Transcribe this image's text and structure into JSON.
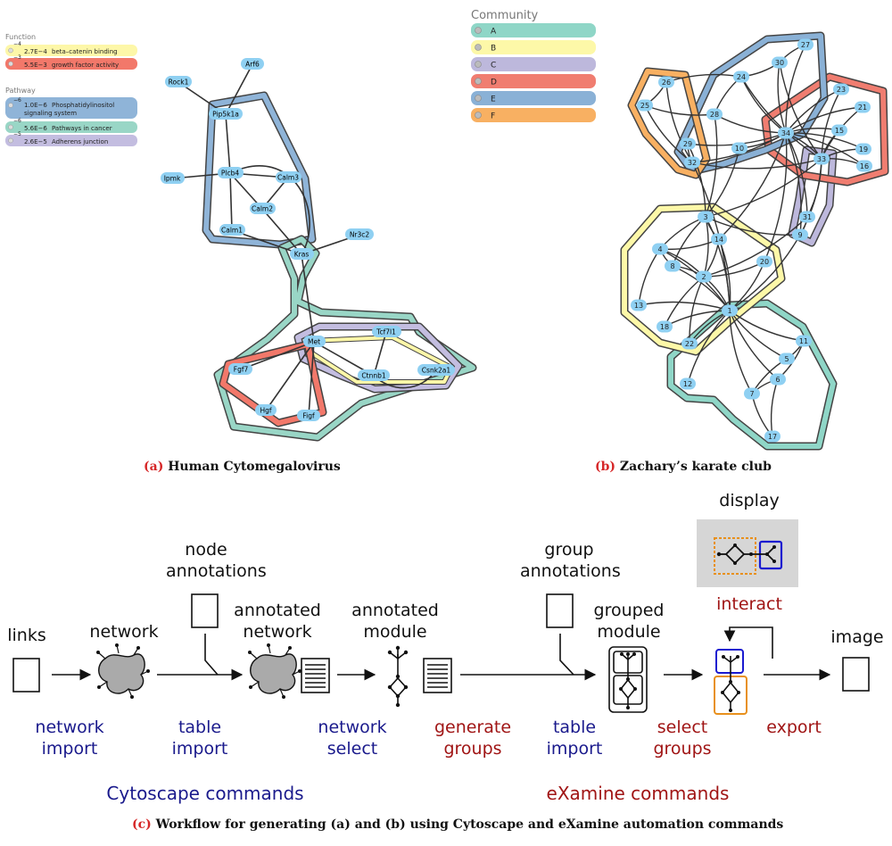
{
  "panel_a": {
    "caption_label": "(a)",
    "caption_text": "Human Cytomegalovirus",
    "legend_function_title": "Function",
    "legend_function": [
      {
        "exp": "−4",
        "value": "2.7E−4",
        "name": "beta–catenin binding",
        "color": "#fdf7a8"
      },
      {
        "exp": "−3",
        "value": "5.5E−3",
        "name": "growth factor activity",
        "color": "#f2786a"
      }
    ],
    "legend_pathway_title": "Pathway",
    "legend_pathway": [
      {
        "exp": "−6",
        "value": "1.0E−6",
        "name": "Phosphatidylinositol",
        "name2": "signaling system",
        "color": "#8fb4d8"
      },
      {
        "exp": "−6",
        "value": "5.6E−6",
        "name": "Pathways in cancer",
        "color": "#99d6c6"
      },
      {
        "exp": "−5",
        "value": "2.6E−5",
        "name": "Adherens junction",
        "color": "#c3bde0"
      }
    ],
    "nodes": {
      "rock1": "Rock1",
      "arf6": "Arf6",
      "pip5k1a": "Pip5k1a",
      "ipmk": "Ipmk",
      "plcb4": "Plcb4",
      "calm3": "Calm3",
      "calm2": "Calm2",
      "calm1": "Calm1",
      "kras": "Kras",
      "nr3c2": "Nr3c2",
      "met": "Met",
      "tcf7l1": "Tcf7l1",
      "fgf7": "Fgf7",
      "ctnnb1": "Ctnnb1",
      "csnk2a1": "Csnk2a1",
      "hgf": "Hgf",
      "figf": "Figf"
    }
  },
  "panel_b": {
    "caption_label": "(b)",
    "caption_text": "Zachary’s karate club",
    "legend_title": "Community",
    "communities": [
      {
        "name": "A",
        "color": "#8fd6c7"
      },
      {
        "name": "B",
        "color": "#fdf8a8"
      },
      {
        "name": "C",
        "color": "#bdb8dc"
      },
      {
        "name": "D",
        "color": "#f07d70"
      },
      {
        "name": "E",
        "color": "#8ab1d6"
      },
      {
        "name": "F",
        "color": "#f8b062"
      }
    ],
    "nodes": [
      "1",
      "2",
      "3",
      "4",
      "5",
      "6",
      "7",
      "8",
      "9",
      "10",
      "11",
      "12",
      "13",
      "14",
      "15",
      "16",
      "17",
      "18",
      "19",
      "20",
      "21",
      "22",
      "23",
      "24",
      "25",
      "26",
      "27",
      "28",
      "29",
      "30",
      "31",
      "32",
      "33",
      "34"
    ]
  },
  "panel_c": {
    "caption_label": "(c)",
    "caption_text": "Workflow for generating (a) and (b) using Cytoscape and eXamine automation commands",
    "top_labels": {
      "links": "links",
      "network": "network",
      "node_annotations": "node\nannotations",
      "annotated_network": "annotated\nnetwork",
      "annotated_module": "annotated\nmodule",
      "group_annotations": "group\nannotations",
      "grouped_module": "grouped\nmodule",
      "display": "display",
      "image": "image"
    },
    "interact": "interact",
    "steps": {
      "network_import": "network\nimport",
      "table_import_1": "table\nimport",
      "network_select": "network\nselect",
      "generate_groups": "generate\ngroups",
      "table_import_2": "table\nimport",
      "select_groups": "select\ngroups",
      "export": "export"
    },
    "cytoscape_commands": "Cytoscape commands",
    "examine_commands": "eXamine commands"
  }
}
